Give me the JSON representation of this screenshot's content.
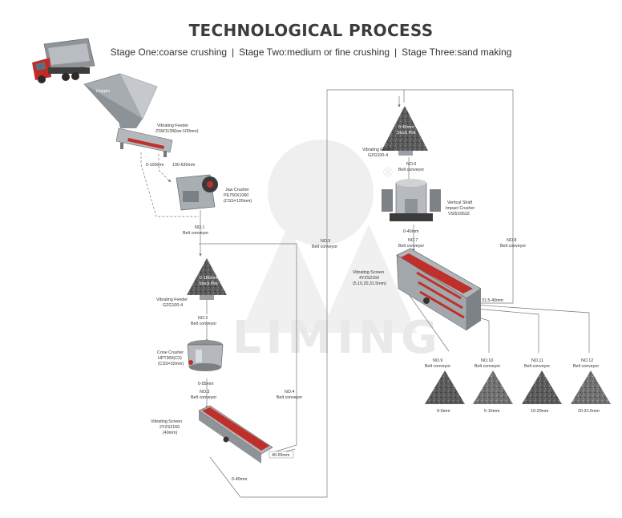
{
  "title": "TECHNOLOGICAL PROCESS",
  "subtitle": {
    "stage1": "Stage One:coarse crushing",
    "stage2": "Stage Two:medium or fine crushing",
    "stage3": "Stage Three:sand making",
    "separator": "|"
  },
  "watermark": {
    "text": "LIMING",
    "registered": "®"
  },
  "labels": {
    "hopper": "Hopper",
    "feeder1": [
      "Vibrating Feeder",
      "ZSW1139(bar:100mm)"
    ],
    "size_0_100": "0-100mm",
    "size_100_630": "100-630mm",
    "jaw": [
      "Jaw Crusher",
      "PE750X1060",
      "(CSS=120mm)"
    ],
    "no1": [
      "NO.1",
      "Belt conveyor"
    ],
    "stockpile1": [
      "0-180mm",
      "Stock Pile"
    ],
    "feeder2": [
      "Vibrating Feeder",
      "GZG100-4"
    ],
    "no2": [
      "NO.2",
      "Belt conveyor"
    ],
    "cone": [
      "Cone Crusher",
      "HPT300(C2)",
      "(CSS=32mm)"
    ],
    "size_0_55": "0-55mm",
    "no3": [
      "NO.3",
      "Belt conveyor"
    ],
    "screen1": [
      "Vibrating Screen",
      "2YZS2160",
      "(40mm)"
    ],
    "size_40_55": "40-55mm",
    "size_0_40a": "0-40mm",
    "no4": [
      "NO.4",
      "Belt conveyor"
    ],
    "no5": [
      "NO.5",
      "Belt conveyor"
    ],
    "stockpile2": [
      "0-40mm",
      "Stock Pile"
    ],
    "feeder3": [
      "Vibrating Feeder",
      "GZG100-4"
    ],
    "no6": [
      "NO.6",
      "Belt conveyor"
    ],
    "vsi": [
      "Vertical Shaft",
      "Impact Crusher",
      "VSI5X9532"
    ],
    "size_0_40b": "0-40mm",
    "no7": [
      "NO.7",
      "Belt conveyor"
    ],
    "no8": [
      "NO.8",
      "Belt conveyor"
    ],
    "screen2": [
      "Vibrating Screen",
      "4YZS2160",
      "(5,10,20,31.5mm)"
    ],
    "size_31_40": "31.5-40mm",
    "no9": [
      "NO.9",
      "Belt conveyor"
    ],
    "no10": [
      "NO.10",
      "Belt conveyor"
    ],
    "no11": [
      "NO.11",
      "Belt conveyor"
    ],
    "no12": [
      "NO.12",
      "Belt conveyor"
    ],
    "prod1": "0-5mm",
    "prod2": "5-10mm",
    "prod3": "10-20mm",
    "prod4": "20-31.5mm"
  },
  "colors": {
    "accent_red": "#c0302b",
    "steel": "#9aa0a6",
    "line": "#777777",
    "pile": "#555555"
  }
}
